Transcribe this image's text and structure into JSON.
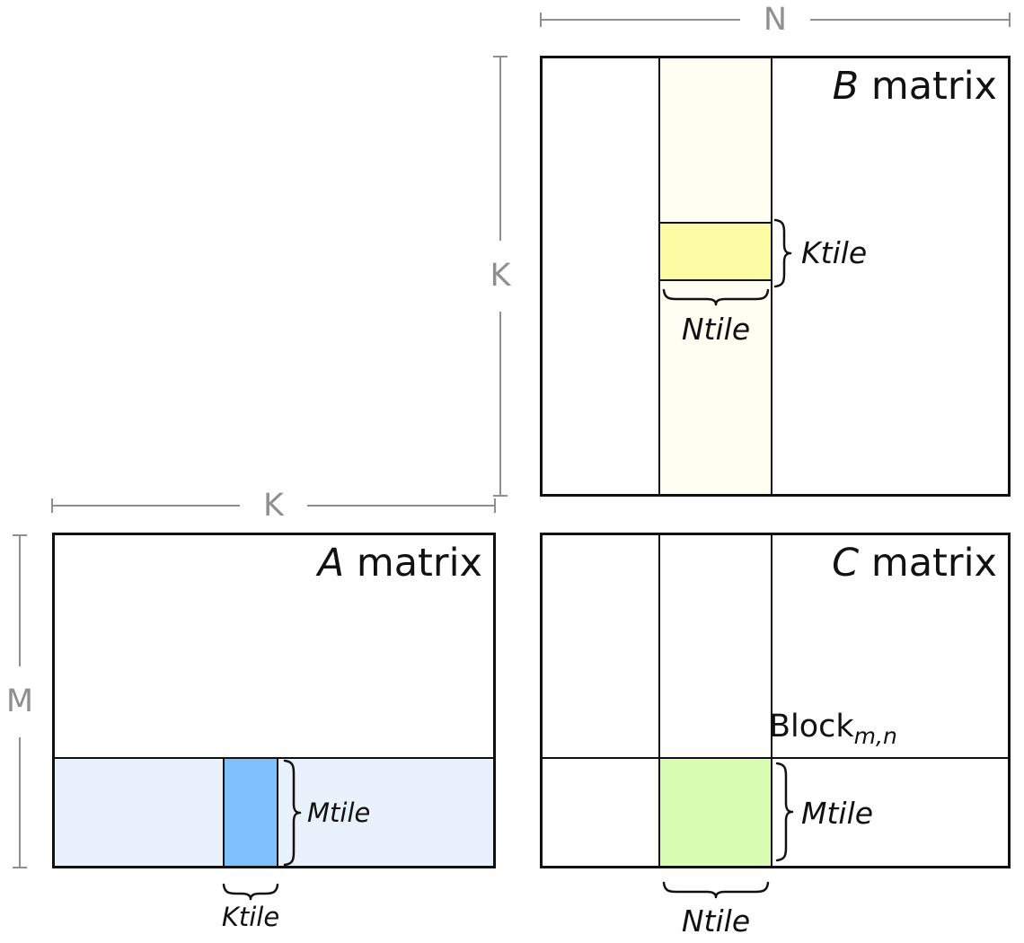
{
  "colors": {
    "b_strip": "#FFFEF2",
    "b_tile": "#FCFCA5",
    "a_strip": "#E8F1FC",
    "a_tile": "#7FC0FE",
    "c_tile": "#D9FCB3",
    "line_gray": "#8F8F8F",
    "line_black": "#111111"
  },
  "dims": {
    "n": "N",
    "k_left": "K",
    "k_top": "K",
    "m": "M"
  },
  "matrix_b": {
    "name": "B",
    "name_suffix": " matrix",
    "ktile": "Ktile",
    "ntile": "Ntile"
  },
  "matrix_a": {
    "name": "A",
    "name_suffix": " matrix",
    "mtile": "Mtile",
    "ktile": "Ktile"
  },
  "matrix_c": {
    "name": "C",
    "name_suffix": " matrix",
    "block": "Block",
    "block_sub": "m,n",
    "mtile": "Mtile",
    "ntile": "Ntile"
  }
}
